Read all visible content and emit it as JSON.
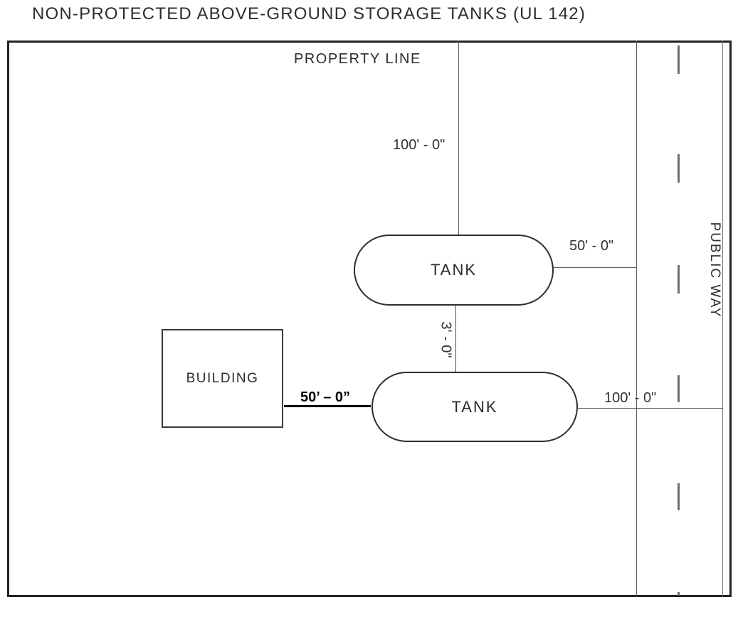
{
  "title": "NON-PROTECTED ABOVE-GROUND STORAGE TANKS (UL 142)",
  "labels": {
    "property_line": "PROPERTY LINE",
    "public_way": "PUBLIC WAY",
    "building": "BUILDING",
    "tank": "TANK"
  },
  "dimensions": {
    "property_line_to_upper_tank": "100' - 0\"",
    "upper_tank_to_public_way": "50' - 0\"",
    "between_tanks": "3' - 0\"",
    "building_to_lower_tank": "50’ – 0”",
    "lower_tank_to_public_way": "100' - 0\""
  },
  "colors": {
    "ink": "#2b2b2b",
    "thin_line": "#5f5f5f",
    "bold_ink": "#000000"
  }
}
